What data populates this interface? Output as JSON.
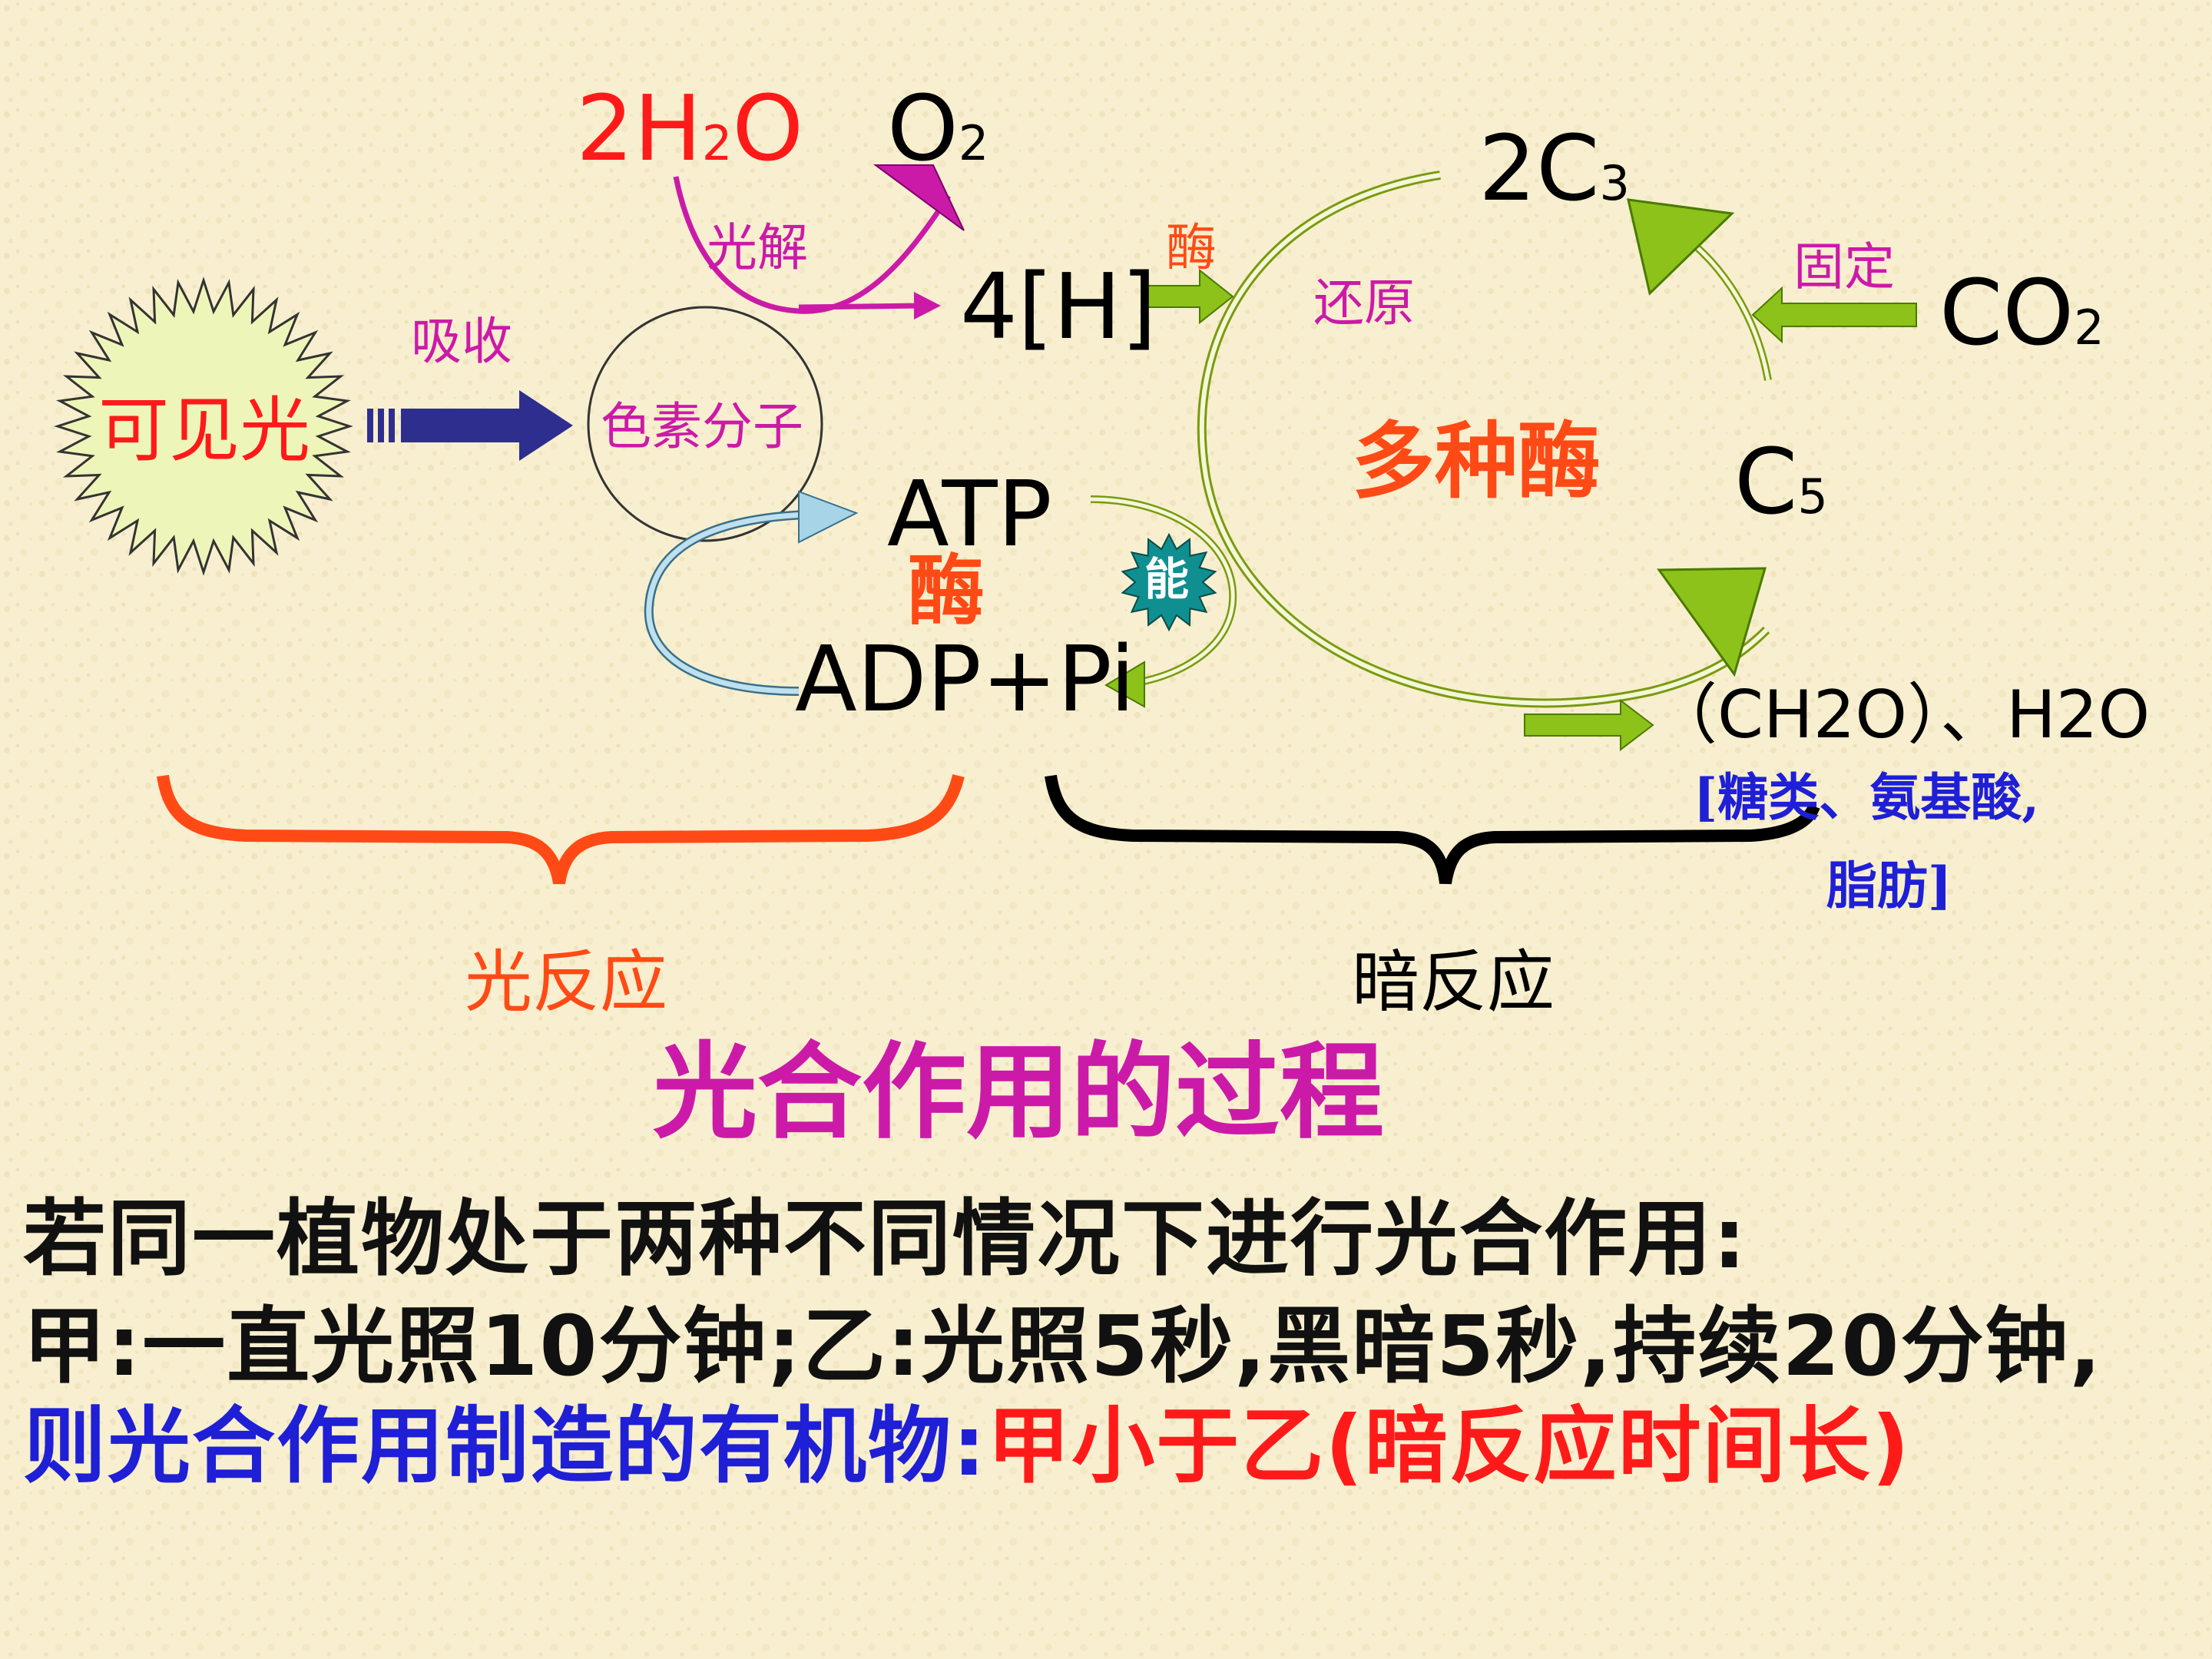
{
  "colors": {
    "background": "#f7efcf",
    "pigment_green": "#8cc21a",
    "red": "#ff1a1a",
    "magenta": "#cc1aa8",
    "orange_red": "#ff4a16",
    "blue": "#1f1fd6",
    "navy_arrow": "#2e2e8f",
    "light_blue_arrow": "#a8d4e8",
    "teal": "#0f8f8f"
  },
  "light_reaction": {
    "visible_light": "可见光",
    "absorb": "吸收",
    "pigment": "色素分子",
    "water": {
      "coef": "2H",
      "sub": "2",
      "tail": "O"
    },
    "oxygen": {
      "main": "O",
      "sub": "2"
    },
    "photolysis": "光解",
    "hydrogen": "4[H]",
    "atp": "ATP",
    "enzyme_left": "酶",
    "adp": "ADP+Pi",
    "label": "光反应"
  },
  "dark_reaction": {
    "enzyme_top": "酶",
    "reduction": "还原",
    "c3": {
      "main": "2C",
      "sub": "3"
    },
    "fixation": "固定",
    "co2": {
      "main": "CO",
      "sub": "2"
    },
    "enzymes": "多种酶",
    "c5": {
      "main": "C",
      "sub": "5"
    },
    "energy": "能",
    "products": "（CH2O）、H2O",
    "products_detail_line1": "[糖类、氨基酸,",
    "products_detail_line2": "脂肪]",
    "label": "暗反应"
  },
  "title": "光合作用的过程",
  "question": {
    "line1": "若同一植物处于两种不同情况下进行光合作用:",
    "line2": "甲:一直光照10分钟;乙:光照5秒,黑暗5秒,持续20分钟,",
    "line3_blue": "则光合作用制造的有机物:",
    "line3_red": "甲小于乙(暗反应时间长)"
  }
}
